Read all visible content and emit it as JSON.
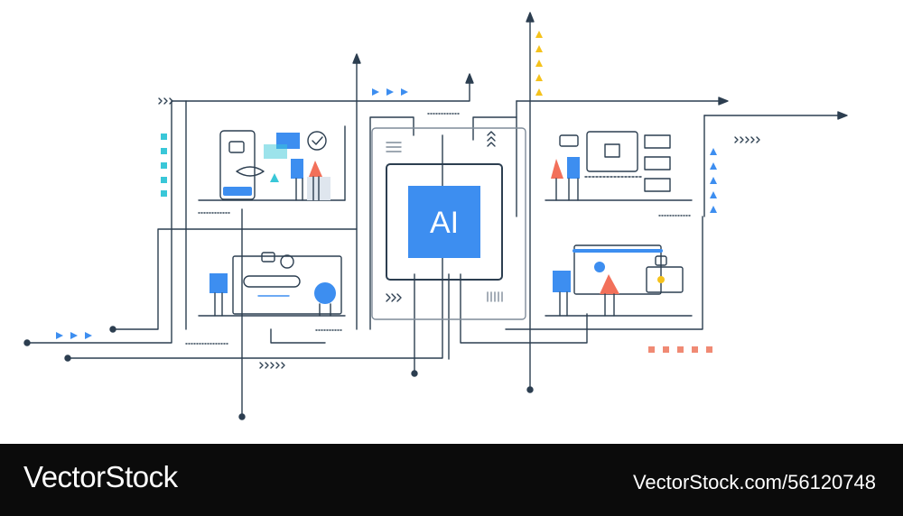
{
  "chip": {
    "label": "AI"
  },
  "footer": {
    "brand": "VectorStock",
    "url": "VectorStock.com/56120748"
  },
  "icons": {
    "chip": "ai-chip-icon",
    "robot": "robot-icon",
    "check": "check-circle-icon",
    "search": "magnifier-icon",
    "brain": "circuit-brain-icon",
    "play": "play-icon",
    "image": "image-icon",
    "music": "music-note-icon"
  },
  "colors": {
    "line": "#2c3e50",
    "blue": "#3d8ef0",
    "coral": "#f2705a",
    "cyan": "#39c7d8",
    "yellow": "#f5c21b",
    "salmon": "#f08a74"
  }
}
